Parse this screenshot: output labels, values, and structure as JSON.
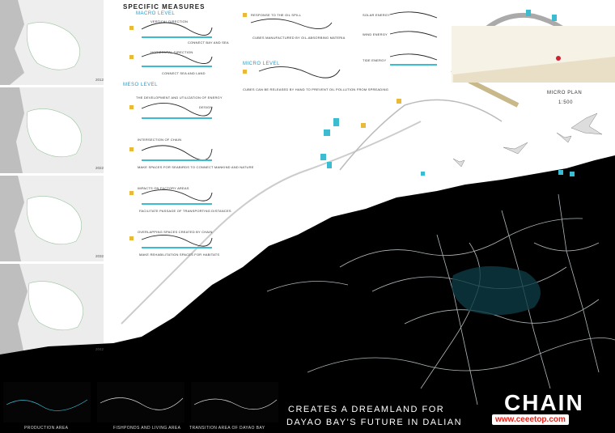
{
  "header": {
    "title": "SPECIFIC MEASURES",
    "macro": "MACRO LEVEL",
    "meso": "MESO LEVEL",
    "micro": "MICRO LEVEL"
  },
  "macro_labels": {
    "vertical": "VERTICAL DIRECTION",
    "connect_bay_sea": "CONNECT BAY AND SEA",
    "horizontal": "HORIZONTAL DIRECTION",
    "connect_sea_land": "CONNECT SEA AND LAND"
  },
  "meso_labels": {
    "development": "THE DEVELOPMENT AND UTILIZATION OF ENERGY",
    "design": "DESIGN",
    "intersection": "INTERSECTION OF CHAIN",
    "make_spaces": "MAKE SPACES FOR SEABIRDS TO CONNECT MANKIND AND NATURE",
    "impacts": "IMPACTS ON FACTORY AREAS",
    "facilitate": "FACILITATE PASSAGE OF TRANSPORTING DISTANCES",
    "overlapping": "OVERLAPPING SPACES CREATED BY CHAIN",
    "make_rehab": "MAKE REHABILITATION SPACES FOR HABITATS"
  },
  "micro_labels": {
    "response": "RESPONSE TO THE OIL SPILL",
    "cubes_made": "CUBES MANUFACTURED BY OIL-ABSORBING MATERIA",
    "cubes_can": "CUBES CAN BE RELEASED BY HAND TO PREVENT OIL POLLUTION FROM SPREADING",
    "solar": "SOLAR ENERGY",
    "wind": "WIND ENERGY",
    "tide": "TIDE ENERGY"
  },
  "years": [
    "2012",
    "2022",
    "2032",
    "2042"
  ],
  "maps": [
    "PRODUCTION AREA",
    "FISHPONDS AND LIVING AREA",
    "TRANSITION AREA OF DAYAO BAY"
  ],
  "micro_plan": "MICRO PLAN",
  "scale": "1:500",
  "tagline1": "CREATES A DREAMLAND FOR",
  "tagline2": "DAYAO BAY'S FUTURE IN DALIAN",
  "title_big": "CHAIN",
  "watermark": "www.ceeetop.com",
  "colors": {
    "accent": "#2a9bc7",
    "teal": "#3cbcd0",
    "dark": "#000000",
    "marker": "#e8b93a"
  }
}
